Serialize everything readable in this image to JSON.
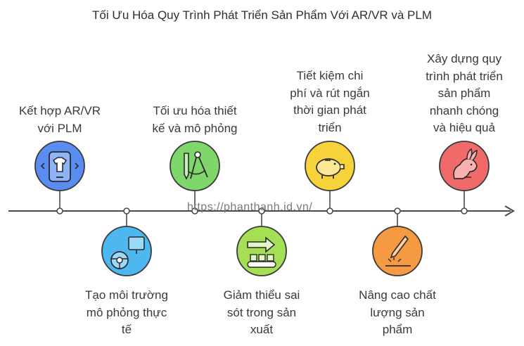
{
  "title": "Tối Ưu Hóa Quy Trình Phát Triển Sản Phẩm Với AR/VR và PLM",
  "watermark": "https://phanthanh.id.vn/",
  "colors": {
    "line": "#4a4a4a",
    "blue": "#5a8df2",
    "cyan": "#4db8f0",
    "green": "#7fd66a",
    "lime": "#a4df55",
    "yellow": "#f7d23a",
    "orange": "#f59a42",
    "red": "#f06a6a"
  },
  "steps": [
    {
      "label": "Kết hợp AR/VR\nvới PLM",
      "icon": "vr-headset-shirt-icon",
      "color": "blue"
    },
    {
      "label": "Tạo môi trường\nmô phỏng thực\ntế",
      "icon": "steering-wheel-monitor-icon",
      "color": "cyan"
    },
    {
      "label": "Tối ưu hóa thiết\nkế và mô phỏng",
      "icon": "pencil-compass-icon",
      "color": "green"
    },
    {
      "label": "Giảm thiểu sai\nsót trong sản\nxuất",
      "icon": "conveyor-arrow-icon",
      "color": "lime"
    },
    {
      "label": "Tiết kiệm chi\nphí và rút ngắn\nthời gian phát\ntriển",
      "icon": "piggy-bank-icon",
      "color": "yellow"
    },
    {
      "label": "Nâng cao chất\nlượng sản\nphẩm",
      "icon": "knife-cut-icon",
      "color": "orange"
    },
    {
      "label": "Xây dựng quy\ntrình phát triển\nsản phẩm\nnhanh chóng\nvà hiệu quả",
      "icon": "rabbit-icon",
      "color": "red"
    }
  ]
}
